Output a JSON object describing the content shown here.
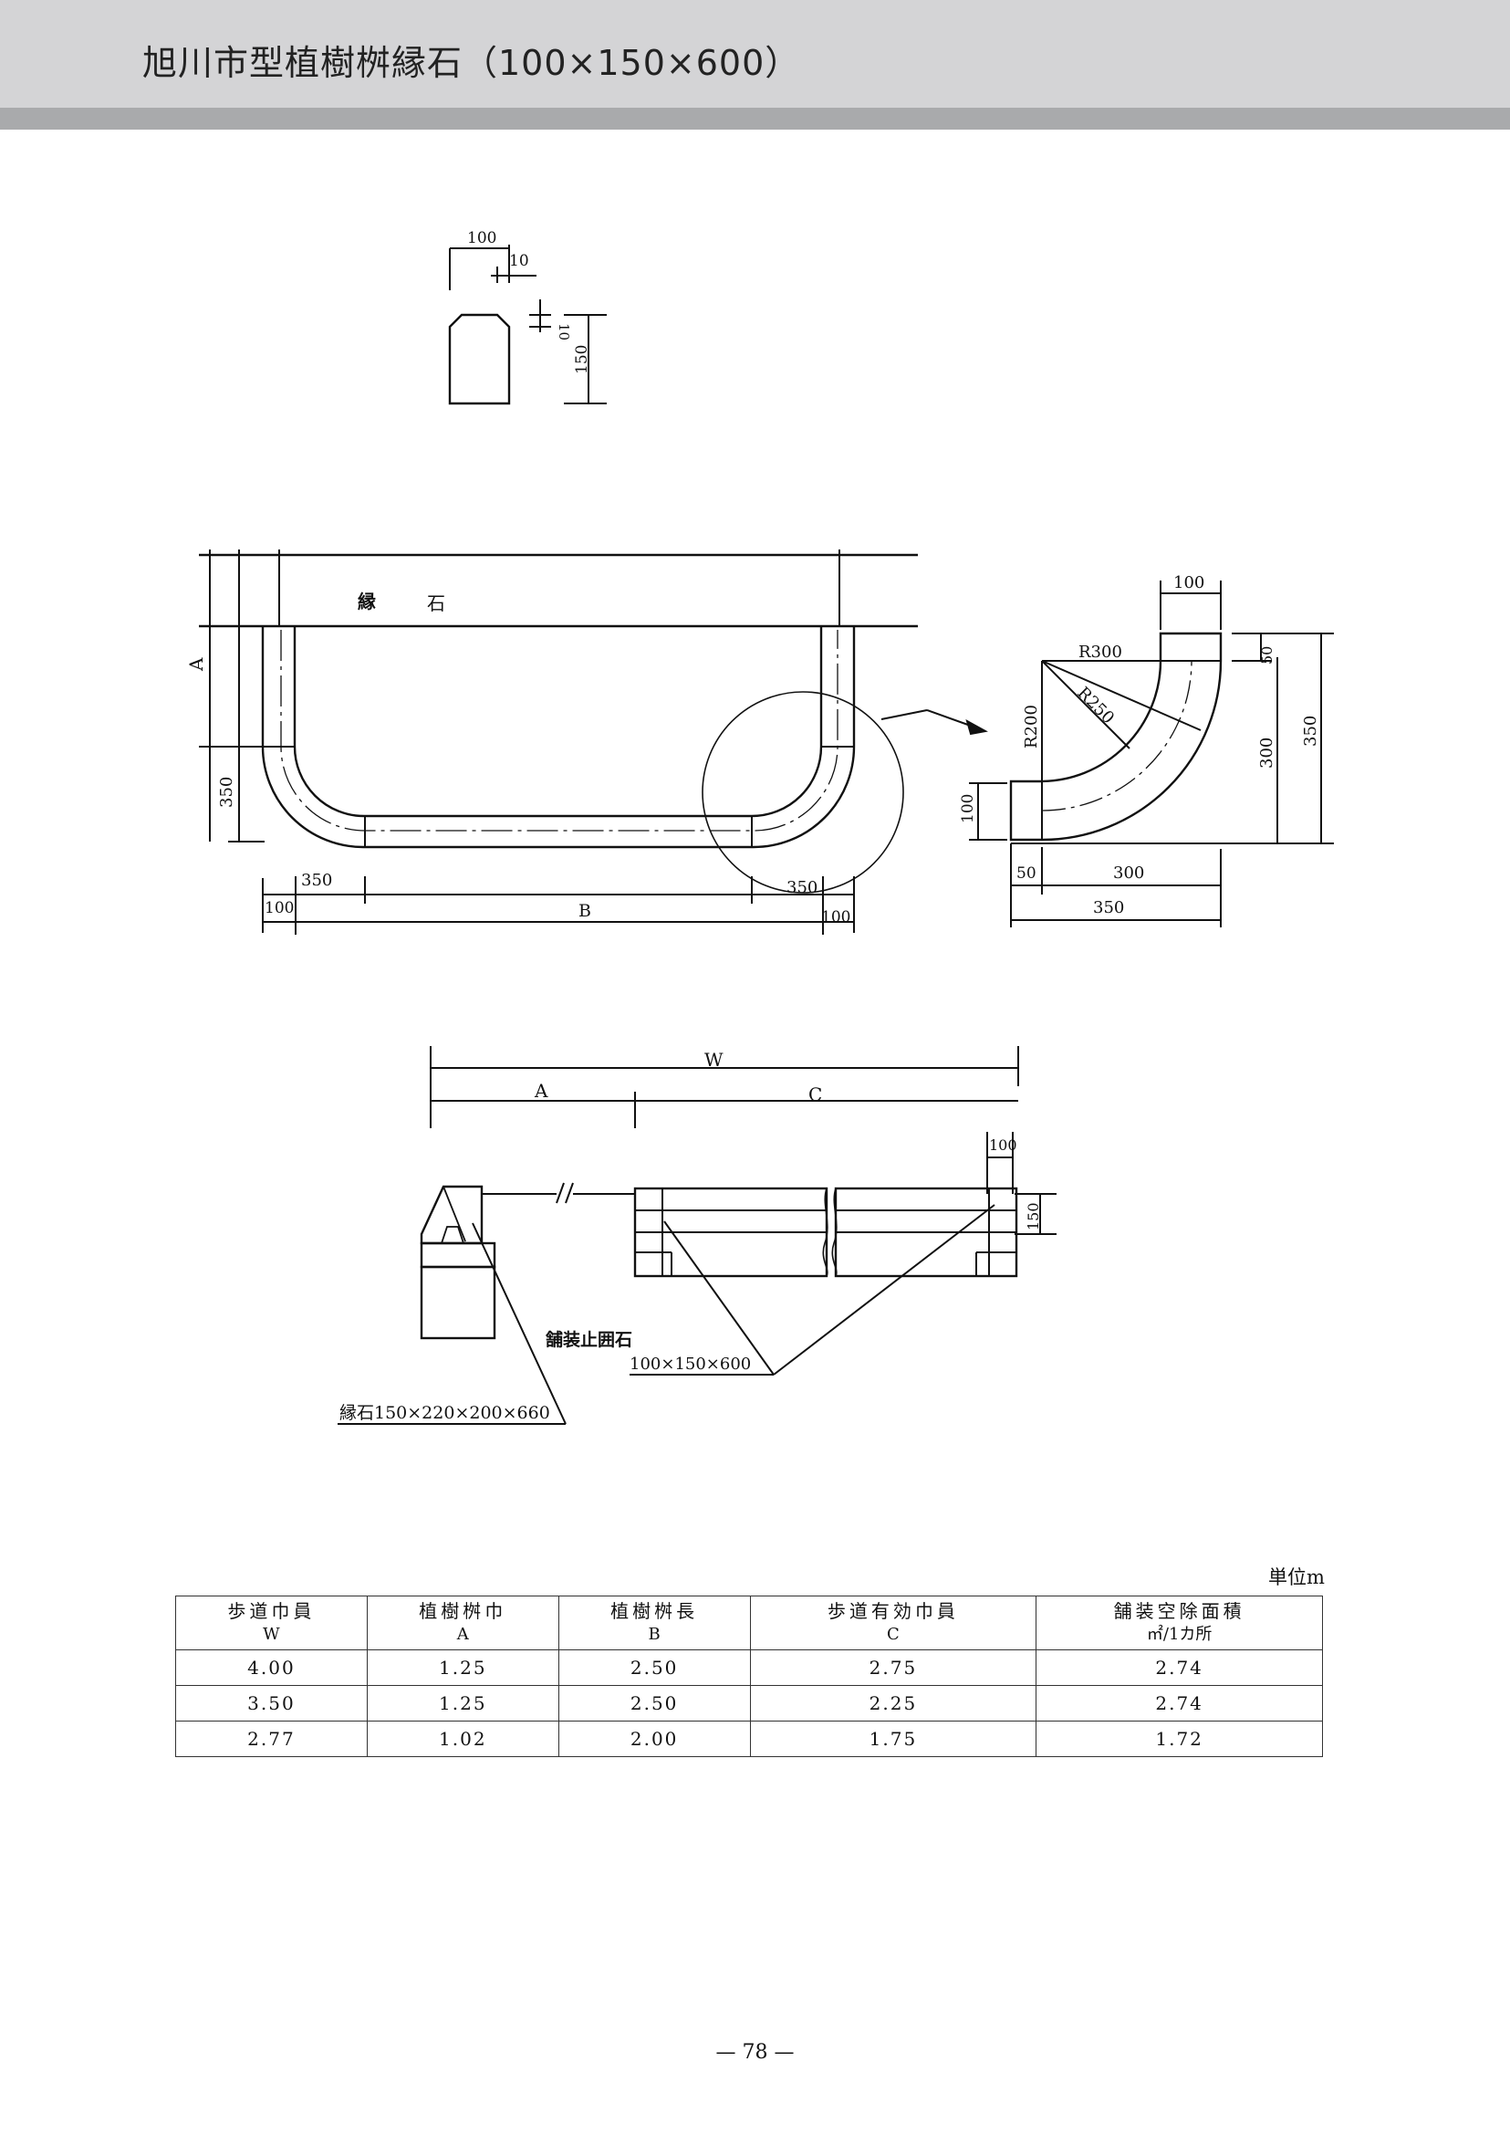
{
  "header": {
    "title": "旭川市型植樹桝縁石（100×150×600）"
  },
  "section_drawing": {
    "dims": {
      "width_100": "100",
      "chamfer_10a": "10",
      "chamfer_10b": "10",
      "height_150": "150"
    }
  },
  "plan_drawing": {
    "curb_label_1": "縁",
    "curb_label_2": "石",
    "dim_a": "A",
    "dim_350_side": "350",
    "dim_350_left": "350",
    "dim_100_left": "100",
    "dim_b": "B",
    "dim_350_right": "350",
    "dim_100_right": "100"
  },
  "corner_detail": {
    "dim_100_top": "100",
    "r300": "R300",
    "r250": "R250",
    "r200": "R200",
    "dim_50_right": "50",
    "dim_300_right": "300",
    "dim_350_right": "350",
    "dim_100_left": "100",
    "dim_50_bottom": "50",
    "dim_300_bottom": "300",
    "dim_350_bottom": "350"
  },
  "elevation_drawing": {
    "dim_w": "W",
    "dim_a": "A",
    "dim_c": "C",
    "dim_100": "100",
    "dim_150": "150",
    "label_paving_stop": "舗装止囲石",
    "label_paving_stop_size": "100×150×600",
    "label_curb": "縁石150×220×200×660"
  },
  "table": {
    "unit": "単位m",
    "headers": [
      {
        "main": "歩道巾員",
        "sub": "W"
      },
      {
        "main": "植樹桝巾",
        "sub": "A"
      },
      {
        "main": "植樹桝長",
        "sub": "B"
      },
      {
        "main": "歩道有効巾員",
        "sub": "C"
      },
      {
        "main": "舗装空除面積",
        "sub": "㎡/1カ所"
      }
    ],
    "rows": [
      [
        "4.00",
        "1.25",
        "2.50",
        "2.75",
        "2.74"
      ],
      [
        "3.50",
        "1.25",
        "2.50",
        "2.25",
        "2.74"
      ],
      [
        "2.77",
        "1.02",
        "2.00",
        "1.75",
        "1.72"
      ]
    ]
  },
  "footer": {
    "page_number": "— 78 —"
  }
}
